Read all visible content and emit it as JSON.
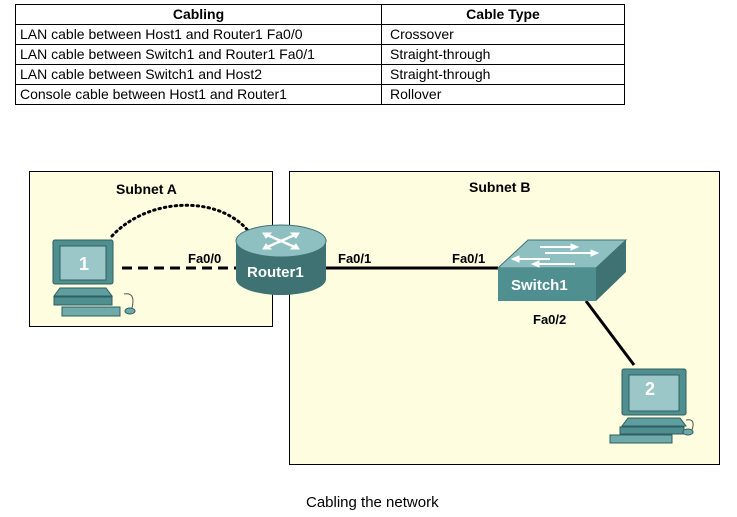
{
  "table": {
    "headers": [
      "Cabling",
      "Cable Type"
    ],
    "rows": [
      {
        "cabling": "LAN cable between Host1 and Router1 Fa0/0",
        "type": "Crossover"
      },
      {
        "cabling": "LAN cable between Switch1 and Router1 Fa0/1",
        "type": "Straight-through"
      },
      {
        "cabling": "LAN cable between Switch1 and Host2",
        "type": "Straight-through"
      },
      {
        "cabling": "Console cable between Host1 and Router1",
        "type": "Rollover"
      }
    ]
  },
  "diagram": {
    "subnet_a": "Subnet A",
    "subnet_b": "Subnet B",
    "host1": "1",
    "host2": "2",
    "router": "Router1",
    "switch": "Switch1",
    "ports": {
      "router_fa00": "Fa0/0",
      "router_fa01": "Fa0/1",
      "switch_fa01": "Fa0/1",
      "switch_fa02": "Fa0/2"
    },
    "colors": {
      "subnet_fill": "#fefde0",
      "device_teal": "#5f9ea0",
      "device_dark": "#3e7273"
    }
  },
  "caption": "Cabling the network"
}
